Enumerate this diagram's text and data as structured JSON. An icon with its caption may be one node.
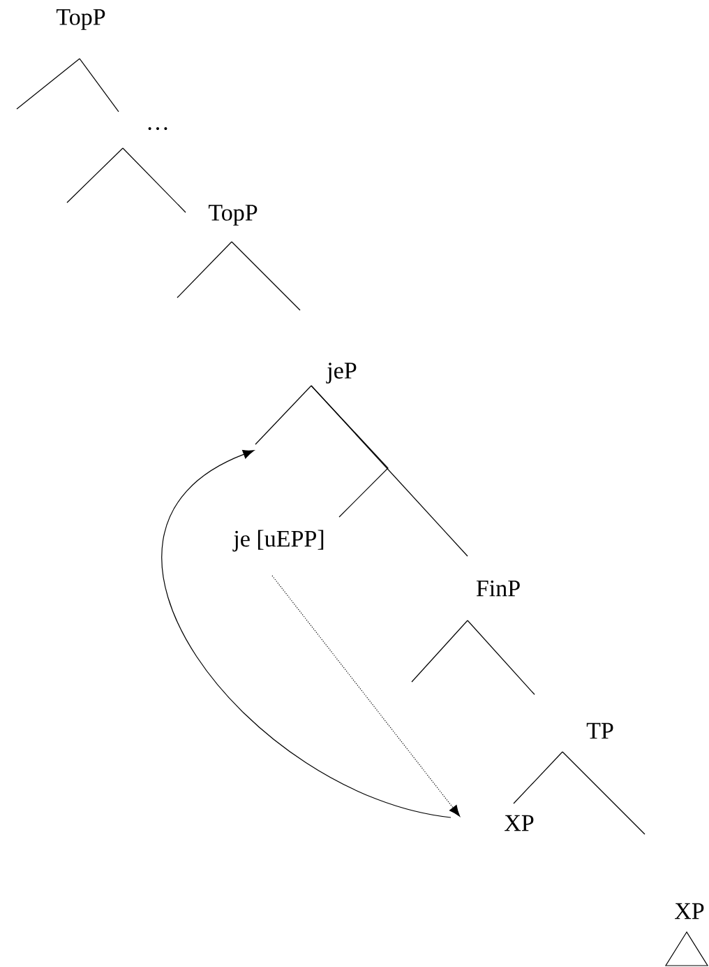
{
  "diagram": {
    "nodes": [
      {
        "text": [
          "TopP"
        ]
      },
      {
        "text": [
          "…"
        ]
      },
      {
        "text": [
          "TopP"
        ]
      },
      {
        "text": [
          "jeP"
        ]
      },
      {
        "text": [
          "je [uEPP]"
        ]
      },
      {
        "text": [
          "FinP"
        ]
      },
      {
        "text": [
          "TP"
        ]
      },
      {
        "text": [
          "XP"
        ]
      },
      {
        "text": [
          "XP"
        ]
      }
    ],
    "edges": [
      {
        "from": 0,
        "to": null,
        "arrow": "none"
      },
      {
        "from": 0,
        "to": 1,
        "arrow": "none"
      },
      {
        "from": 1,
        "to": null,
        "arrow": "none"
      },
      {
        "from": 1,
        "to": 2,
        "arrow": "none"
      },
      {
        "from": 2,
        "to": null,
        "arrow": "none"
      },
      {
        "from": 2,
        "to": 3,
        "arrow": "none"
      },
      {
        "from": 3,
        "to": null,
        "arrow": "none"
      },
      {
        "from": 3,
        "to": 5,
        "arrow": "none"
      },
      {
        "from": 3,
        "to": 4,
        "arrow": "none"
      },
      {
        "from": 5,
        "to": null,
        "arrow": "none"
      },
      {
        "from": 5,
        "to": 6,
        "arrow": "none"
      },
      {
        "from": 6,
        "to": 7,
        "arrow": "none"
      },
      {
        "from": 6,
        "to": 8,
        "arrow": "none"
      },
      {
        "from": 4,
        "to": 7,
        "arrow": "to",
        "style": "dashed"
      },
      {
        "from": 7,
        "to": null,
        "arrow": "to"
      }
    ]
  }
}
